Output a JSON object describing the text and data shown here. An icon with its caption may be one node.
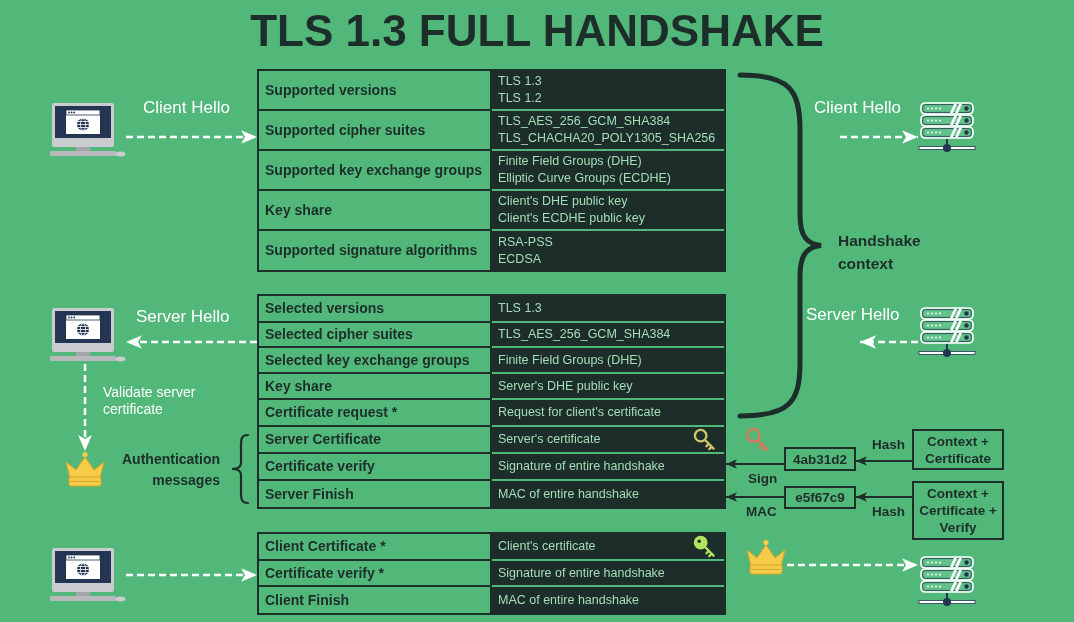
{
  "diagram": {
    "title": "TLS 1.3 FULL HANDSHAKE",
    "nodes": [
      {
        "text": [],
        "shape": "picture"
      },
      {
        "text": [],
        "shape": "box"
      },
      {
        "text": [
          "Supported versions",
          "TLS 1.3",
          "TLS 1.2"
        ],
        "in": 1
      },
      {
        "text": [
          "Supported cipher suites",
          "TLS_AES_256_GCM_SHA384",
          "TLS_CHACHA20_POLY1305_SHA256"
        ],
        "in": 1
      },
      {
        "text": [
          "Supported key exchange groups",
          "Finite Field Groups (DHE)",
          "Elliptic Curve Groups (ECDHE)"
        ],
        "in": 1
      },
      {
        "text": [
          "Key share",
          "Client's DHE public key",
          "Client's ECDHE public key"
        ],
        "in": 1
      },
      {
        "text": [
          "Supported signature algorithms",
          "RSA-PSS",
          "ECDSA"
        ],
        "in": 1
      },
      {
        "text": [],
        "shape": "picture"
      },
      {
        "text": [],
        "shape": "picture"
      },
      {
        "text": [],
        "shape": "box"
      },
      {
        "text": [
          "Selected versions",
          "TLS 1.3"
        ],
        "in": 9
      },
      {
        "text": [
          "Selected cipher suites",
          "TLS_AES_256_GCM_SHA384"
        ],
        "in": 9
      },
      {
        "text": [
          "Selected key exchange groups",
          "Finite Field Groups (DHE)"
        ],
        "in": 9
      },
      {
        "text": [
          "Key share",
          "Server's DHE public key"
        ],
        "in": 9
      },
      {
        "text": [
          "Certificate request *",
          "Request for client's certificate"
        ],
        "in": 9
      },
      {
        "text": [
          "Server Certificate",
          "Server's certificate"
        ],
        "in": 9
      },
      {
        "text": [
          "Certificate verify",
          "Signature of entire handshake"
        ],
        "in": 9
      },
      {
        "text": [
          "Server Finish",
          "MAC of entire handshake"
        ],
        "in": 9
      },
      {
        "text": [],
        "shape": "picture"
      },
      {
        "text": [],
        "shape": "picture"
      },
      {
        "text": [
          "4ab31d2"
        ]
      },
      {
        "text": [
          "Context + Certificate"
        ]
      },
      {
        "text": [
          "e5f67c9"
        ]
      },
      {
        "text": [
          "Context + Certificate + Verify"
        ]
      },
      {
        "text": [],
        "shape": "picture"
      },
      {
        "text": [],
        "shape": "box"
      },
      {
        "text": [
          "Client Certificate *",
          "Client's certificate"
        ],
        "in": 25
      },
      {
        "text": [
          "Certificate verify *",
          "Signature of entire handshake"
        ],
        "in": 25
      },
      {
        "text": [
          "Client Finish",
          "MAC of entire handshake"
        ],
        "in": 25
      },
      {
        "text": [],
        "shape": "picture"
      },
      {
        "text": [],
        "shape": "picture"
      }
    ],
    "edges": [
      {
        "from": 0,
        "to": 1,
        "arrow": "to",
        "label": "Client Hello",
        "style": "dashed"
      },
      {
        "from": null,
        "to": 7,
        "arrow": "to",
        "label": "Client Hello",
        "style": "dashed"
      },
      {
        "from": 18,
        "to": null,
        "arrow": "to",
        "label": "Server Hello",
        "style": "dashed"
      },
      {
        "from": 9,
        "to": 8,
        "arrow": "to",
        "label": "Server Hello",
        "style": "dashed"
      },
      {
        "from": 8,
        "to": 19,
        "arrow": "to",
        "label": "Validate server certificate",
        "style": "dashed"
      },
      {
        "from": 21,
        "to": 20,
        "arrow": "to",
        "label": "Hash",
        "color": "#1d2e2a"
      },
      {
        "from": 20,
        "to": 16,
        "arrow": "to",
        "label": "Sign",
        "color": "#1d2e2a"
      },
      {
        "from": 23,
        "to": 22,
        "arrow": "to",
        "label": "Hash",
        "color": "#1d2e2a"
      },
      {
        "from": 22,
        "to": 17,
        "arrow": "to",
        "label": "MAC",
        "color": "#1d2e2a"
      },
      {
        "from": 24,
        "to": 25,
        "arrow": "to",
        "style": "dashed"
      },
      {
        "from": 29,
        "to": 30,
        "arrow": "to",
        "style": "dashed"
      }
    ],
    "labels": [
      "Handshake context",
      "Authentication messages"
    ]
  }
}
